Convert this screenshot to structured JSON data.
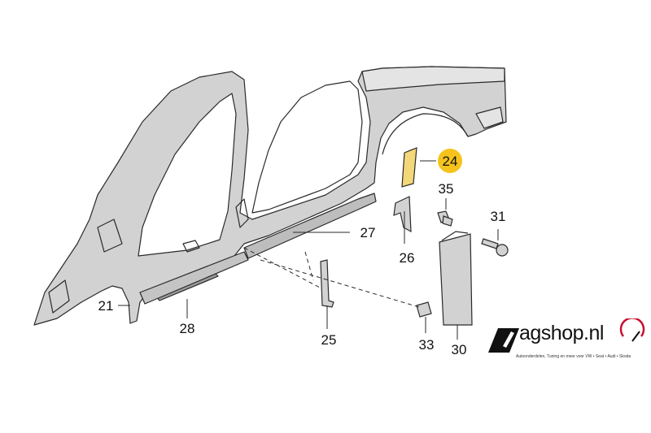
{
  "callouts": [
    {
      "id": "21",
      "label": "21"
    },
    {
      "id": "24",
      "label": "24",
      "highlighted": true
    },
    {
      "id": "25",
      "label": "25"
    },
    {
      "id": "26",
      "label": "26"
    },
    {
      "id": "27",
      "label": "27"
    },
    {
      "id": "28",
      "label": "28"
    },
    {
      "id": "30",
      "label": "30"
    },
    {
      "id": "31",
      "label": "31"
    },
    {
      "id": "33",
      "label": "33"
    },
    {
      "id": "35",
      "label": "35"
    }
  ],
  "colors": {
    "highlight": "#f5c31c",
    "body_fill": "#d2d2d2",
    "outline": "#2a2a2a",
    "brand_red": "#c8102e"
  },
  "brand": {
    "name": "agshop.nl",
    "tagline": "Autoonderdelen, Tuning en meer voor VW • Seat • Audi • Skoda"
  }
}
